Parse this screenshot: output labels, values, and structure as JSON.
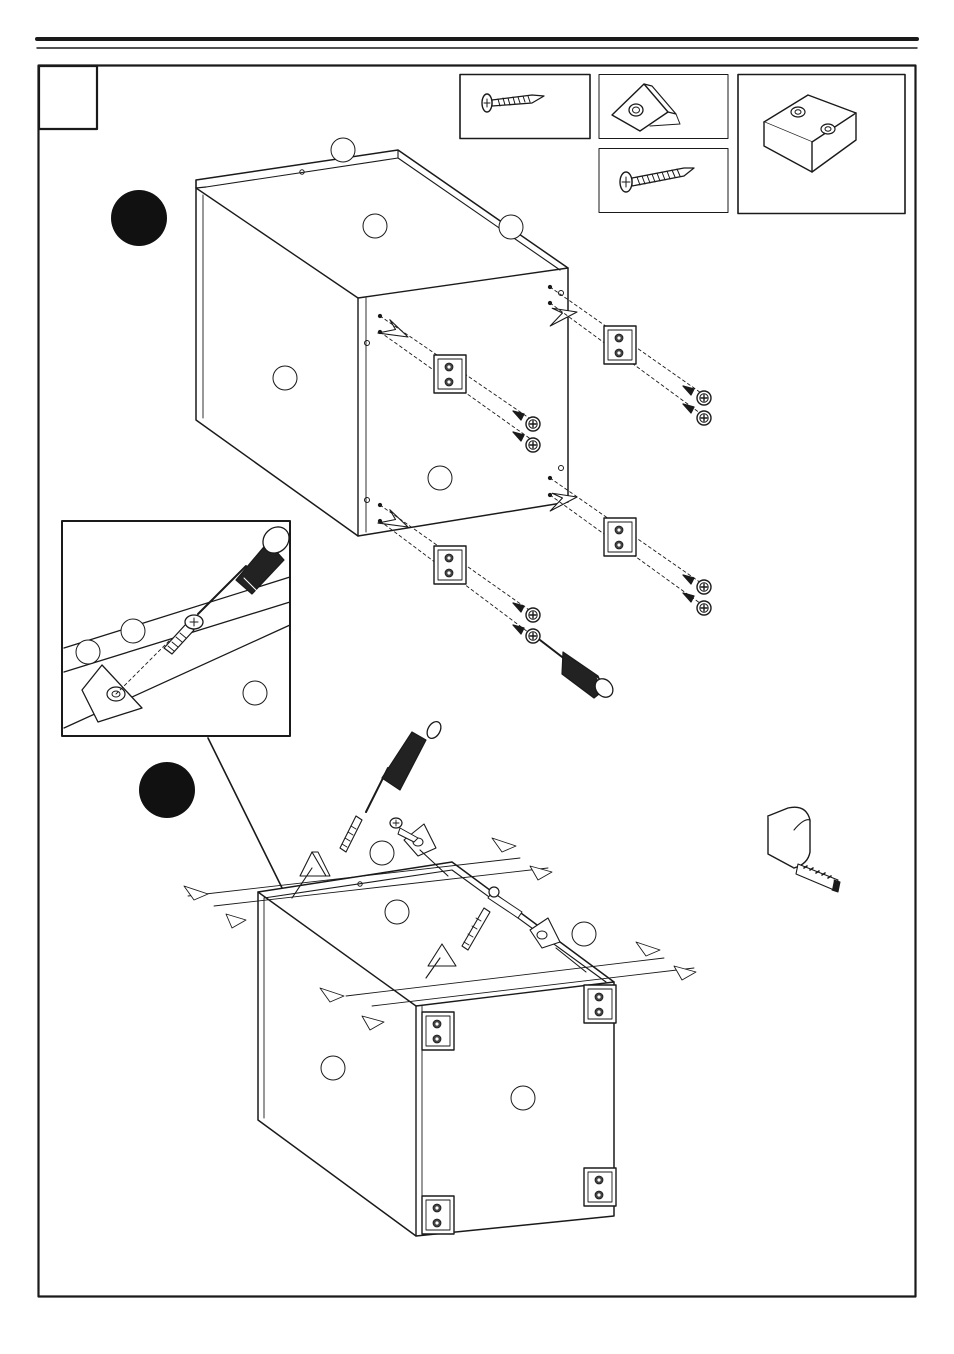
{
  "step": {
    "number": "",
    "substeps": [
      "",
      ""
    ]
  },
  "parts": {
    "hardware_boxes": [
      {
        "name": "short-screw",
        "label": ""
      },
      {
        "name": "corner-bracket",
        "label": ""
      },
      {
        "name": "long-screw",
        "label": ""
      },
      {
        "name": "foot-pad",
        "label": ""
      }
    ]
  },
  "panel_callouts": [
    "",
    "",
    "",
    "",
    "",
    "",
    "",
    "",
    "",
    "",
    "",
    "",
    "",
    "",
    ""
  ],
  "colors": {
    "ink": "#1a1a1a",
    "paper": "#ffffff",
    "badge": "#111111"
  },
  "icons": [
    "screwdriver-icon",
    "tape-measure-icon",
    "screw-icon",
    "bracket-icon",
    "foot-pad-icon"
  ]
}
